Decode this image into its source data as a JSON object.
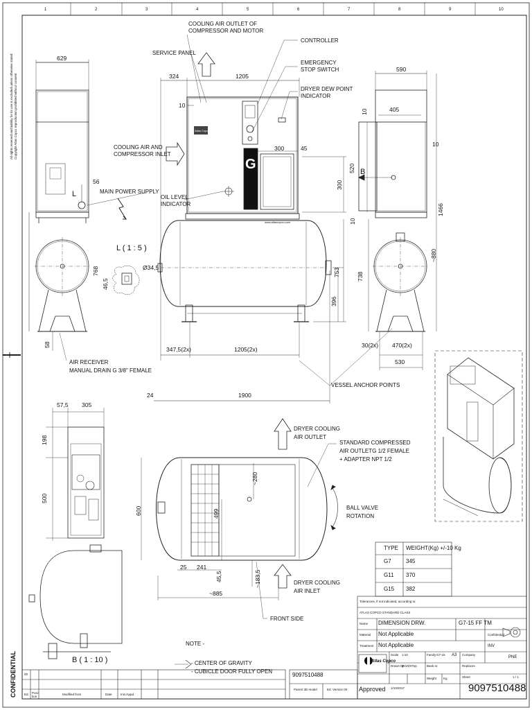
{
  "grid": {
    "columns": [
      "1",
      "2",
      "3",
      "4",
      "5",
      "6",
      "7",
      "8",
      "9",
      "10"
    ]
  },
  "callouts": {
    "cooling_outlet": [
      "COOLING AIR OUTLET OF",
      "COMPRESSOR AND MOTOR"
    ],
    "controller": "CONTROLLER",
    "service_panel": "SERVICE PANEL",
    "emergency_stop": [
      "EMERGENCY",
      "STOP SWITCH"
    ],
    "dryer_dew": [
      "DRYER DEW POINT",
      "INDICATOR"
    ],
    "cooling_inlet": [
      "COOLING AIR AND",
      "COMPRESSOR INLET"
    ],
    "main_power": "MAIN POWER SUPPLY",
    "oil_level": [
      "OIL LEVEL",
      "INDICATOR"
    ],
    "air_receiver": [
      "AIR RECEIVER",
      "MANUAL DRAIN G 3/8\" FEMALE"
    ],
    "vessel_anchor": "VESSEL ANCHOR POINTS",
    "dryer_cooling_outlet": [
      "DRYER COOLING",
      "AIR OUTLET"
    ],
    "std_outlet": [
      "STANDARD  COMPRESSED",
      "AIR OUTLETG 1/2 FEMALE",
      "+ ADAPTER NPT 1/2"
    ],
    "ball_valve": [
      "BALL VALVE",
      "ROTATION"
    ],
    "dryer_cooling_inlet": [
      "DRYER COOLING",
      "AIR INLET"
    ],
    "front_side": "FRONT SIDE",
    "note_title": "NOTE -",
    "note_lines": [
      "- CENTER OF GRAVITY",
      "- CUBICLE DOOR FULLY OPEN"
    ],
    "detail_l": "L ( 1 : 5 )",
    "detail_l_marker": "L",
    "detail_b": "B ( 1 : 10 )",
    "view_b": "B"
  },
  "dimensions": {
    "d629": "629",
    "d324": "324",
    "d1205": "1205",
    "d590": "590",
    "d10a": "10",
    "d10b": "10",
    "d10c": "10",
    "d10d": "10",
    "d405": "405",
    "d300h": "300",
    "d45": "45",
    "d520": "520",
    "d300v": "300",
    "d56": "56",
    "d1466": "1466",
    "d880": "~880",
    "d768": "768",
    "d46_5": "46,5",
    "dphi": "Ø34,5",
    "d753": "753",
    "d396": "396",
    "d738": "738",
    "d58": "58",
    "d347": "347,5(2x)",
    "d1205x2": "1205(2x)",
    "d30x2": "30(2x)",
    "d470x2": "470(2x)",
    "d530": "530",
    "d24": "24",
    "d1900": "1900",
    "d57_5": "57,5",
    "d305": "305",
    "d198": "198",
    "d500": "500",
    "d600": "600",
    "d280": "~280",
    "d499": "499",
    "d25": "25",
    "d241": "241",
    "d45_5": "45,5",
    "d183": "~183,5",
    "d885": "~885"
  },
  "weight_table": {
    "headers": [
      "TYPE",
      "WEIGHT(Kg) +/-10 Kg"
    ],
    "rows": [
      [
        "G7",
        "345"
      ],
      [
        "G11",
        "370"
      ],
      [
        "G15",
        "382"
      ]
    ]
  },
  "title_block": {
    "tolerances": "Tolerances, if not indicated, according to:",
    "standard": "ATLAS COPCO STANDARD CLASS",
    "name_label": "Name",
    "name_value": "DIMENSION DRW.",
    "model": "G7-15 FF TM",
    "material_label": "Material",
    "material_value": "Not Applicable",
    "treatment_label": "Treatment",
    "treatment_value": "Not Applicable",
    "confidential_label": "Confidential",
    "inv": "INV",
    "pne": "PNE",
    "scale_label": "Scale",
    "scale_value": "1:10",
    "family_label": "Family",
    "family_value": "G7-15",
    "a3": "A3",
    "company_label": "Company",
    "drawn_label": "Drawn by",
    "drawn_value": "BVZZXTop",
    "bank_label": "Bank nr.",
    "replaces_label": "Replaces",
    "approved": "Approved",
    "drw_number": "9097510488",
    "drw_number_small": "9097510488",
    "sheet_label": "Sheet",
    "sheet_value": "1 / 1",
    "logo": "Atlas Copco",
    "date": "1/10/2017",
    "parent": "Parent 3D model",
    "ed_version": "Ed. Version 00",
    "modified_from": "Modified from",
    "date_label": "Date",
    "init_label": "Init./Appd.",
    "pos_label": "Posi-tion",
    "ed_label": "Ed.",
    "row_00": "00",
    "confidential_banner": "CONFIDENTIAL",
    "weight_label": "Weight",
    "kg": "Kg"
  },
  "side_notes": {
    "left_rotated": "All rights reserved and liability for its use is excluded unless otherwise stated",
    "left_rotated2": "Copyright Atlas Copco reproduction prohibited without consent"
  },
  "panel": {
    "brand": "Atlas Copco",
    "g_letter": "G",
    "url": "www.atlascopco.com"
  }
}
